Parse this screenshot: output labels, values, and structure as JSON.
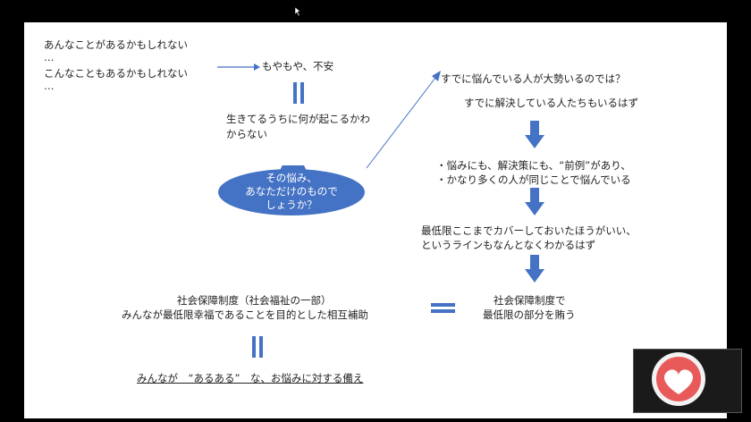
{
  "left": {
    "line1": "あんなことがあるかもしれない",
    "dots1": "…",
    "line2": "こんなこともあるかもしれない",
    "dots2": "…",
    "anxiety": "もやもや、不安",
    "living1": "生きてるうちに何が起こるかわ",
    "living2": "からない",
    "bubble1": "その悩み、",
    "bubble2": "あなただけのもので",
    "bubble3": "しょうか？"
  },
  "right": {
    "q": "すでに悩んでいる人が大勢いるのでは？",
    "a": "すでに解決している人たちもいるはず",
    "bullet1": "・悩みにも、解決策にも、“前例”があり、",
    "bullet2": "・かなり多くの人が同じことで悩んでいる",
    "min1": "最低限ここまでカバーしておいたほうがいい、",
    "min2": "というラインもなんとなくわかるはず",
    "ss1": "社会保障制度で",
    "ss2": "最低限の部分を賄う"
  },
  "bottom": {
    "ss_title": "社会保障制度（社会福祉の一部）",
    "ss_desc": "みんなが最低限幸福であることを目的とした相互補助",
    "conclusion": "みんなが　“あるある”　な、お悩みに対する備え"
  },
  "colors": {
    "accent": "#4472c4",
    "bubble": "#4472c4",
    "heart": "#e85a5a"
  },
  "icons": {
    "heart": "heart-icon",
    "cursor": "mouse-cursor-icon"
  }
}
